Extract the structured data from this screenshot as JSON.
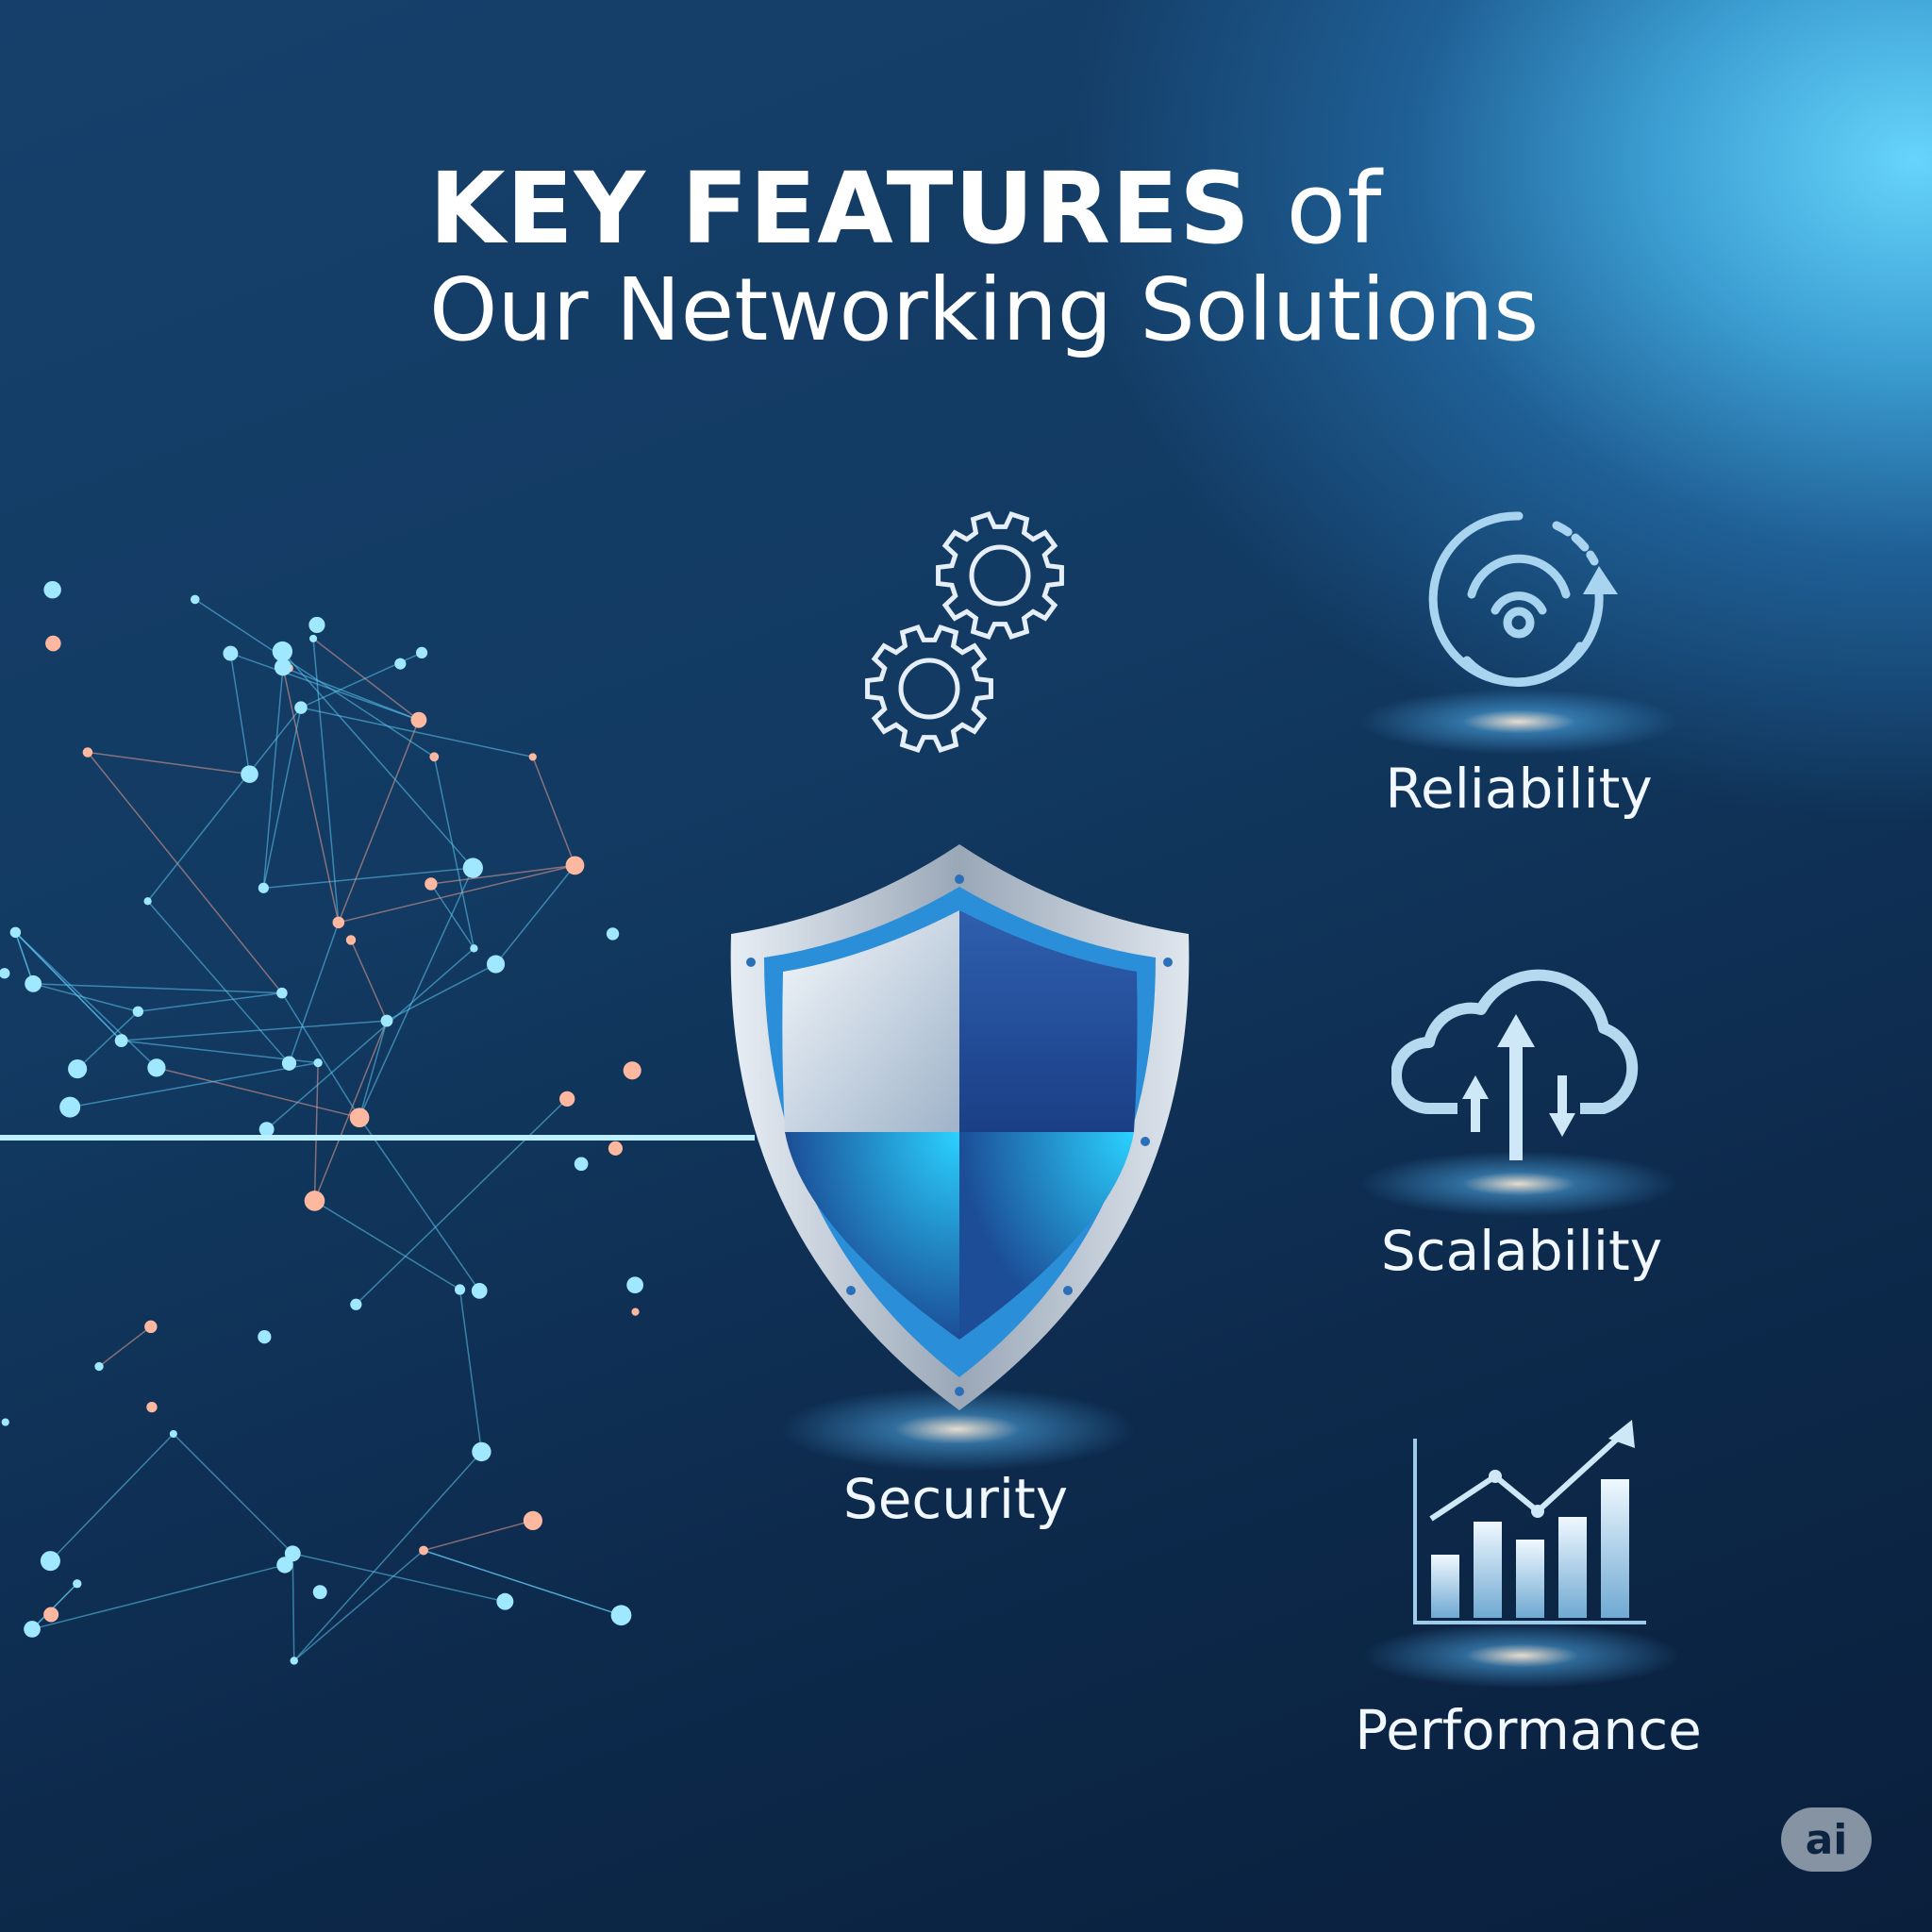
{
  "title": {
    "bold": "KEY FEATURES",
    "of": "of",
    "line2": "Our Networking Solutions"
  },
  "features": [
    {
      "label": "Security",
      "icon": "shield-icon"
    },
    {
      "label": "Reliability",
      "icon": "wifi-refresh-icon"
    },
    {
      "label": "Scalability",
      "icon": "cloud-transfer-icon"
    },
    {
      "label": "Performance",
      "icon": "bar-chart-growth-icon"
    }
  ],
  "badge": "ai",
  "colors": {
    "accent": "#3fc3ff",
    "background": "#0d2a4c"
  }
}
